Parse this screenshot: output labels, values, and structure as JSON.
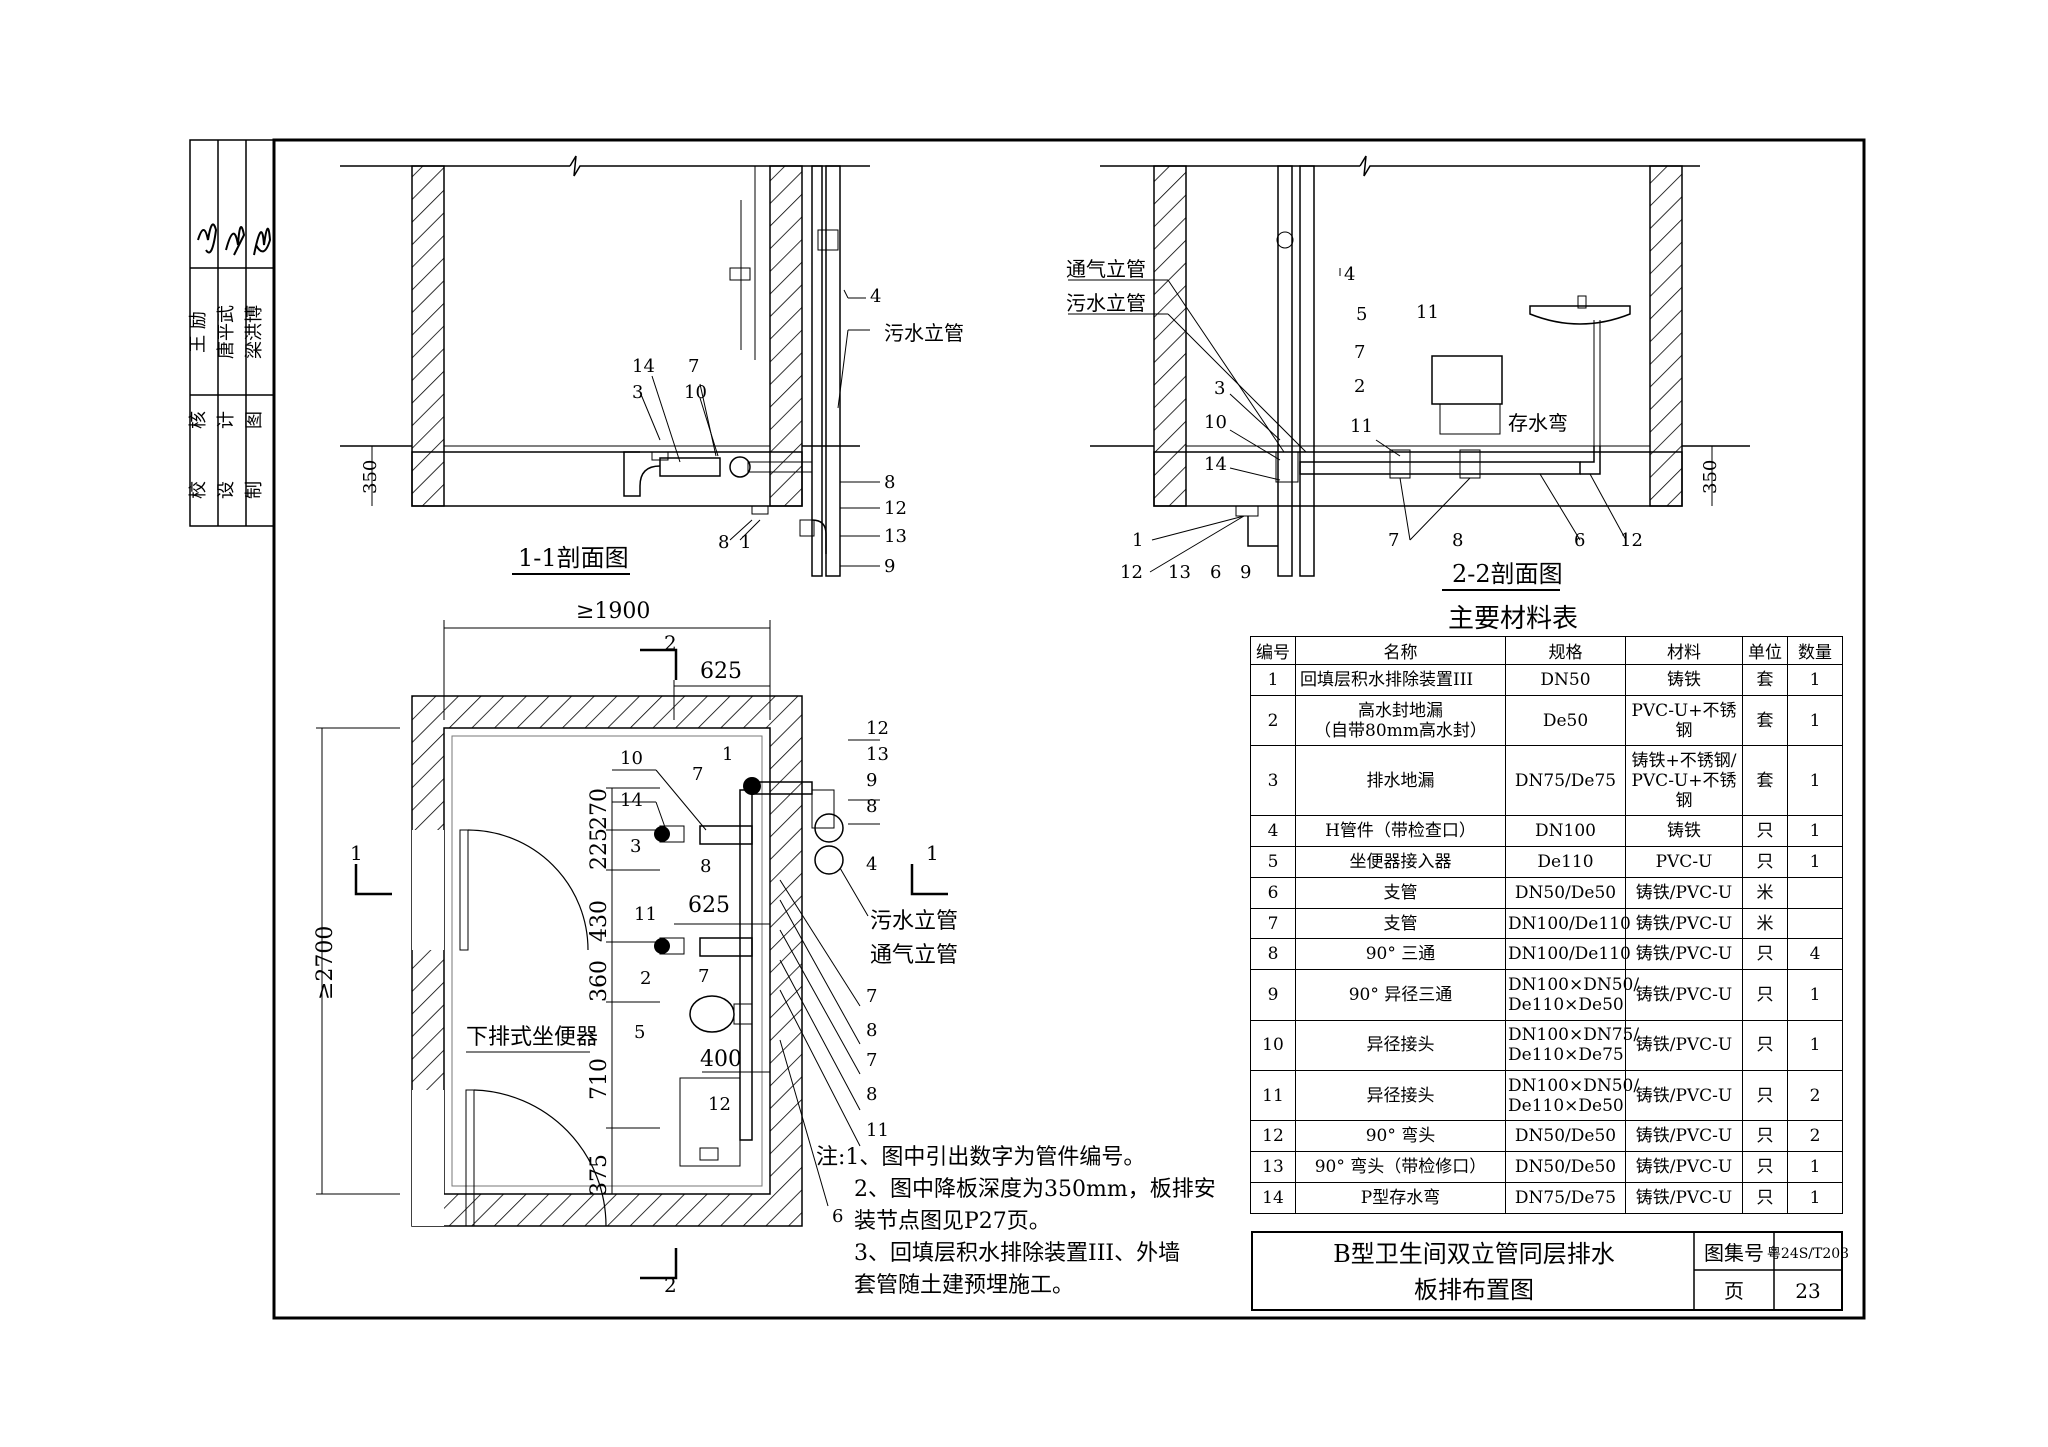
{
  "sections": {
    "s11_title": "1-1剖面图",
    "s22_title": "2-2剖面图",
    "s11_depth": "350",
    "s22_depth": "350",
    "sewage_riser": "污水立管",
    "vent_riser": "通气立管",
    "trap": "存水弯",
    "s11_callouts": [
      "14",
      "3",
      "7",
      "10",
      "4",
      "8",
      "12",
      "13",
      "9",
      "8",
      "1"
    ],
    "s22_callouts": [
      "4",
      "5",
      "11",
      "7",
      "2",
      "3",
      "10",
      "11",
      "14",
      "1",
      "12",
      "13",
      "6",
      "9",
      "7",
      "8",
      "6",
      "12"
    ]
  },
  "plan": {
    "dim_width": "≥1900",
    "dim_625_top": "625",
    "dim_625_mid": "625",
    "dim_400": "400",
    "dim_height": "≥2700",
    "dim_270": "270",
    "dim_225": "225",
    "dim_430": "430",
    "dim_360": "360",
    "dim_710": "710",
    "dim_375": "375",
    "mark_1": "1",
    "mark_2": "2",
    "toilet_label": "下排式坐便器",
    "sewage_riser": "污水立管",
    "vent_riser": "通气立管",
    "callouts": [
      "10",
      "7",
      "14",
      "3",
      "8",
      "1",
      "12",
      "13",
      "9",
      "8",
      "4",
      "11",
      "2",
      "7",
      "5",
      "12",
      "7",
      "8",
      "7",
      "8",
      "11",
      "6"
    ]
  },
  "table": {
    "title": "主要材料表",
    "headers": [
      "编号",
      "名称",
      "规格",
      "材料",
      "单位",
      "数量"
    ],
    "rows": [
      [
        "1",
        "回填层积水排除装置III",
        "DN50",
        "铸铁",
        "套",
        "1"
      ],
      [
        "2",
        "高水封地漏\n（自带80mm高水封）",
        "De50",
        "PVC-U+不锈钢",
        "套",
        "1"
      ],
      [
        "3",
        "排水地漏",
        "DN75/De75",
        "铸铁+不锈钢/\nPVC-U+不锈钢",
        "套",
        "1"
      ],
      [
        "4",
        "H管件（带检查口）",
        "DN100",
        "铸铁",
        "只",
        "1"
      ],
      [
        "5",
        "坐便器接入器",
        "De110",
        "PVC-U",
        "只",
        "1"
      ],
      [
        "6",
        "支管",
        "DN50/De50",
        "铸铁/PVC-U",
        "米",
        ""
      ],
      [
        "7",
        "支管",
        "DN100/De110",
        "铸铁/PVC-U",
        "米",
        ""
      ],
      [
        "8",
        "90° 三通",
        "DN100/De110",
        "铸铁/PVC-U",
        "只",
        "4"
      ],
      [
        "9",
        "90° 异径三通",
        "DN100×DN50/\nDe110×De50",
        "铸铁/PVC-U",
        "只",
        "1"
      ],
      [
        "10",
        "异径接头",
        "DN100×DN75/\nDe110×De75",
        "铸铁/PVC-U",
        "只",
        "1"
      ],
      [
        "11",
        "异径接头",
        "DN100×DN50/\nDe110×De50",
        "铸铁/PVC-U",
        "只",
        "2"
      ],
      [
        "12",
        "90° 弯头",
        "DN50/De50",
        "铸铁/PVC-U",
        "只",
        "2"
      ],
      [
        "13",
        "90° 弯头（带检修口）",
        "DN50/De50",
        "铸铁/PVC-U",
        "只",
        "1"
      ],
      [
        "14",
        "P型存水弯",
        "DN75/De75",
        "铸铁/PVC-U",
        "只",
        "1"
      ]
    ]
  },
  "notes": [
    "注:1、图中引出数字为管件编号。",
    "2、图中降板深度为350mm，板排安",
    "装节点图见P27页。",
    "3、回填层积水排除装置III、外墙",
    "套管随土建预埋施工。"
  ],
  "title_block": {
    "drawing_title_line1": "B型卫生间双立管同层排水",
    "drawing_title_line2": "板排布置图",
    "atlas_label": "图集号",
    "atlas_no": "粤24S/T203",
    "page_label": "页",
    "page_no": "23"
  },
  "approval": {
    "roles": [
      "校",
      "核",
      "设",
      "计",
      "制",
      "图"
    ],
    "names": [
      "王 励",
      "唐平武",
      "梁洪博"
    ]
  }
}
